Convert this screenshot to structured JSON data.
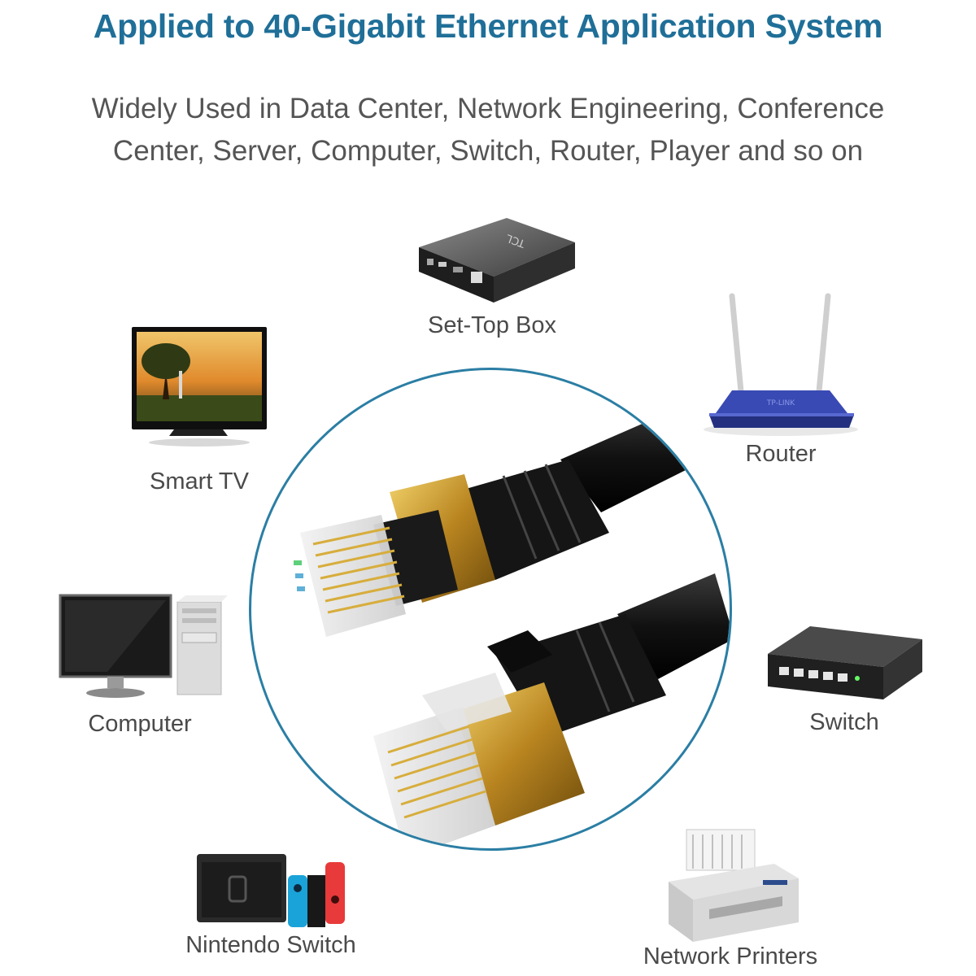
{
  "header": {
    "title": "Applied to 40-Gigabit Ethernet Application System",
    "subtitle_line1": "Widely Used in Data Center, Network Engineering, Conference",
    "subtitle_line2": "Center, Server, Computer, Switch, Router, Player and so on"
  },
  "devices": {
    "set_top_box": {
      "label": "Set-Top Box",
      "icon": "set-top-box-icon",
      "brand": "TCL"
    },
    "smart_tv": {
      "label": "Smart TV",
      "icon": "smart-tv-icon"
    },
    "router": {
      "label": "Router",
      "icon": "router-icon"
    },
    "computer": {
      "label": "Computer",
      "icon": "computer-icon"
    },
    "switch": {
      "label": "Switch",
      "icon": "network-switch-icon"
    },
    "nintendo_switch": {
      "label": "Nintendo Switch",
      "icon": "nintendo-switch-icon"
    },
    "network_printers": {
      "label": "Network Printers",
      "icon": "printer-icon"
    }
  },
  "colors": {
    "title": "#1f6f98",
    "subtitle": "#555555",
    "label": "#4a4a4a",
    "circle_border": "#2b7ea4",
    "gold": "#c9962a",
    "cable": "#161616",
    "router_blue": "#2a3a9a",
    "joycon_blue": "#1aa3d8",
    "joycon_red": "#e83a3a"
  }
}
